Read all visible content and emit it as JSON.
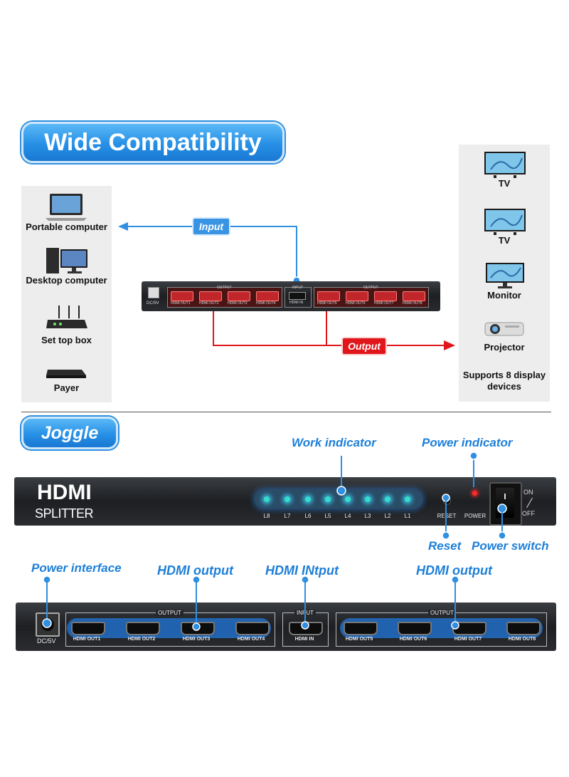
{
  "section1": {
    "title": "Wide Compatibility",
    "left_devices": [
      "Portable computer",
      "Desktop computer",
      "Set top box",
      "Payer"
    ],
    "right_devices": [
      "TV",
      "TV",
      "Monitor",
      "Projector"
    ],
    "right_footer": "Supports 8 display devices",
    "input_tag": "Input",
    "output_tag": "Output",
    "mini_box": {
      "dc_label": "DC/5V",
      "output_header": "OUTPUT",
      "input_header": "INPUT",
      "hdmi_in": "HDMI IN",
      "outs": [
        "HDMI OUT1",
        "HDMI OUT2",
        "HDMI OUT3",
        "HDMI OUT4",
        "HDMI OUT5",
        "HDMI OUT6",
        "HDMI OUT7",
        "HDMI OUT8"
      ]
    }
  },
  "section2": {
    "title": "Joggle",
    "front": {
      "brand": "HDMI",
      "sub": "SPLITTER",
      "led_labels": [
        "L8",
        "L7",
        "L6",
        "L5",
        "L4",
        "L3",
        "L2",
        "L1"
      ],
      "reset": "RESET",
      "power": "POWER",
      "on": "ON",
      "off": "OFF"
    },
    "callouts": {
      "work_indicator": "Work indicator",
      "power_indicator": "Power indicator",
      "reset": "Reset",
      "power_switch": "Power switch",
      "power_interface": "Power interface",
      "hdmi_output_left": "HDMI output",
      "hdmi_input": "HDMI INtput",
      "hdmi_output_right": "HDMI output"
    },
    "back": {
      "dc_label": "DC/5V",
      "output_header_left": "OUTPUT",
      "input_header": "INPUT",
      "output_header_right": "OUTPUT",
      "hdmi_in": "HDMI IN",
      "outs": [
        "HDMI OUT1",
        "HDMI OUT2",
        "HDMI OUT3",
        "HDMI OUT4",
        "HDMI OUT5",
        "HDMI OUT6",
        "HDMI OUT7",
        "HDMI OUT8"
      ]
    }
  },
  "colors": {
    "accent_blue": "#1e7fd8",
    "output_red": "#e0161b",
    "led_cyan": "#33ddc8"
  }
}
